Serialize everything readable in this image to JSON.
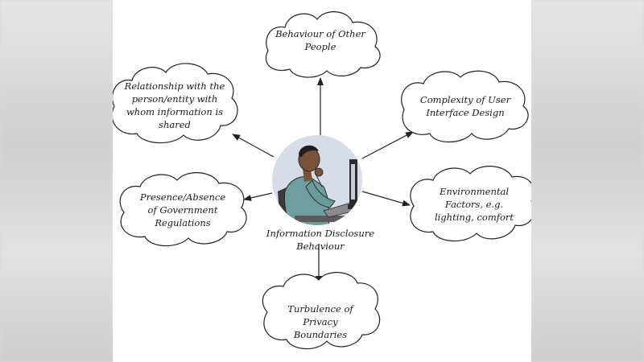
{
  "diagram": {
    "center_label": "Information Disclosure\nBehaviour",
    "nodes": {
      "behaviour": "Behaviour of Other\nPeople",
      "complexity": "Complexity of User\nInterface Design",
      "relationship": "Relationship with the\nperson/entity with\nwhom information is\nshared",
      "presence": "Presence/Absence\nof Government\nRegulations",
      "environmental": "Environmental\nFactors, e.g.\nlighting, comfort",
      "turbulence": "Turbulence of\nPrivacy\nBoundaries"
    }
  },
  "colors": {
    "stroke": "#222222",
    "center_circle": "#d6dde9",
    "shirt": "#6f9ea1",
    "skin": "#7a5238"
  }
}
